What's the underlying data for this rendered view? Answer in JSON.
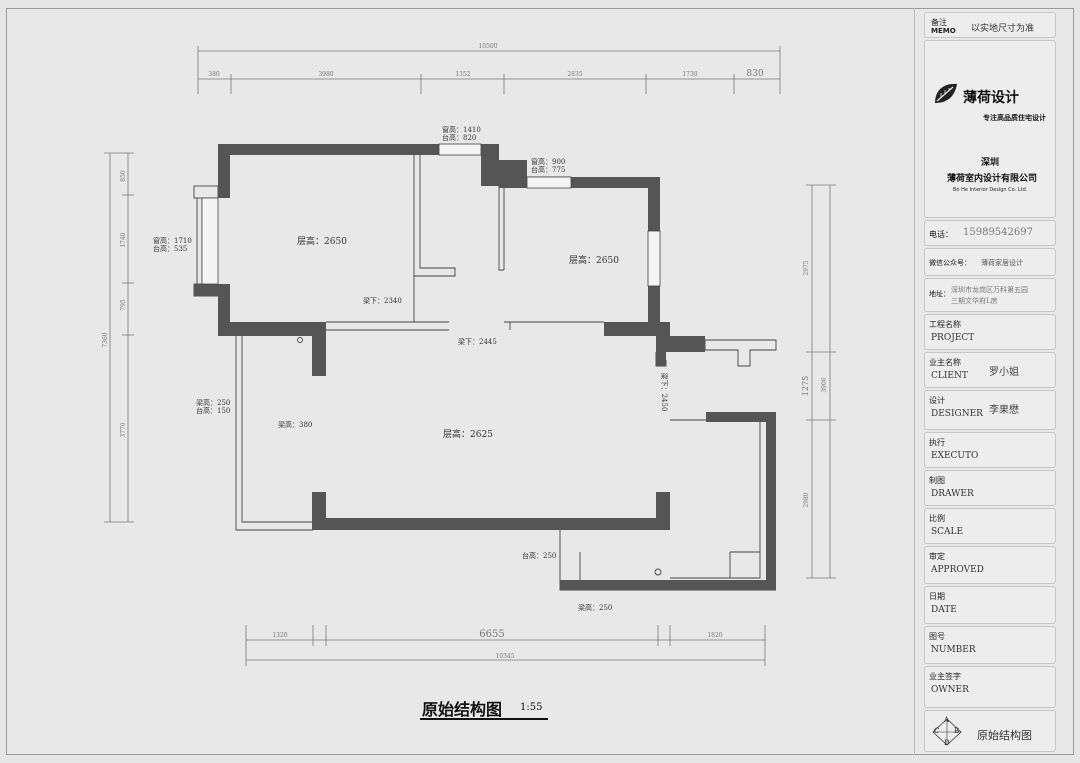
{
  "drawing": {
    "title": "原始结构图",
    "scale": "1:55"
  },
  "rooms": [
    {
      "label": "层高：2650"
    },
    {
      "label": "层高：2650"
    },
    {
      "label": "层高：2625"
    }
  ],
  "annotations": {
    "window_top1_h": "窗高：1410",
    "window_top1_s": "台高：820",
    "window_top2_h": "窗高：900",
    "window_top2_s": "台高：775",
    "window_left_h": "窗高：1710",
    "window_left_s": "台高：535",
    "beam_2340": "梁下：2340",
    "beam_2445": "梁下：2445",
    "beam_2450": "梁下：2450",
    "beam_left_h": "梁高：250",
    "beam_left_s": "台高：150",
    "beam_380": "梁高：380",
    "sill_250": "台高：250",
    "beam_bottom": "梁高：250"
  },
  "dimensions": {
    "top_total": "10500",
    "top_segments": [
      "380",
      "3980",
      "1352",
      "2835",
      "1730",
      "830"
    ],
    "left_segments": [
      "850",
      "1740",
      "795",
      "3770"
    ],
    "left_total": "7360",
    "right_segments": [
      "2975",
      "1275",
      "2980"
    ],
    "right_total": "3900",
    "bottom_segments": [
      "1320",
      "6655",
      "1820"
    ],
    "bottom_total": "10345"
  },
  "title_block": {
    "memo_zh": "备注",
    "memo_en": "MEMO",
    "memo_value": "以实地尺寸为准",
    "company_short": "薄荷设计",
    "company_slogan": "专注高品质住宅设计",
    "company_city": "深圳",
    "company_name": "薄荷室内设计有限公司",
    "company_en": "Bo He Interior Design Co. Ltd.",
    "phone_label": "电话：",
    "phone_value": "15989542697",
    "wechat_label": "微信公众号：",
    "wechat_value": "薄荷家居设计",
    "address_label": "地址：",
    "address_value_1": "深圳市龙岗区万科第五园",
    "address_value_2": "三期文华府L房",
    "rows": [
      {
        "zh": "工程名称",
        "en": "PROJECT",
        "value": ""
      },
      {
        "zh": "业主名称",
        "en": "CLIENT",
        "value": "罗小姐"
      },
      {
        "zh": "设计",
        "en": "DESIGNER",
        "value": "李果懋"
      },
      {
        "zh": "执行",
        "en": "EXECUTO",
        "value": ""
      },
      {
        "zh": "制图",
        "en": "DRAWER",
        "value": ""
      },
      {
        "zh": "比例",
        "en": "SCALE",
        "value": ""
      },
      {
        "zh": "审定",
        "en": "APPROVED",
        "value": ""
      },
      {
        "zh": "日期",
        "en": "DATE",
        "value": ""
      },
      {
        "zh": "图号",
        "en": "NUMBER",
        "value": ""
      },
      {
        "zh": "业主签字",
        "en": "OWNER",
        "value": ""
      }
    ],
    "footer_name": "原始结构图",
    "footer_letters": [
      "A",
      "B",
      "C",
      "D"
    ]
  }
}
